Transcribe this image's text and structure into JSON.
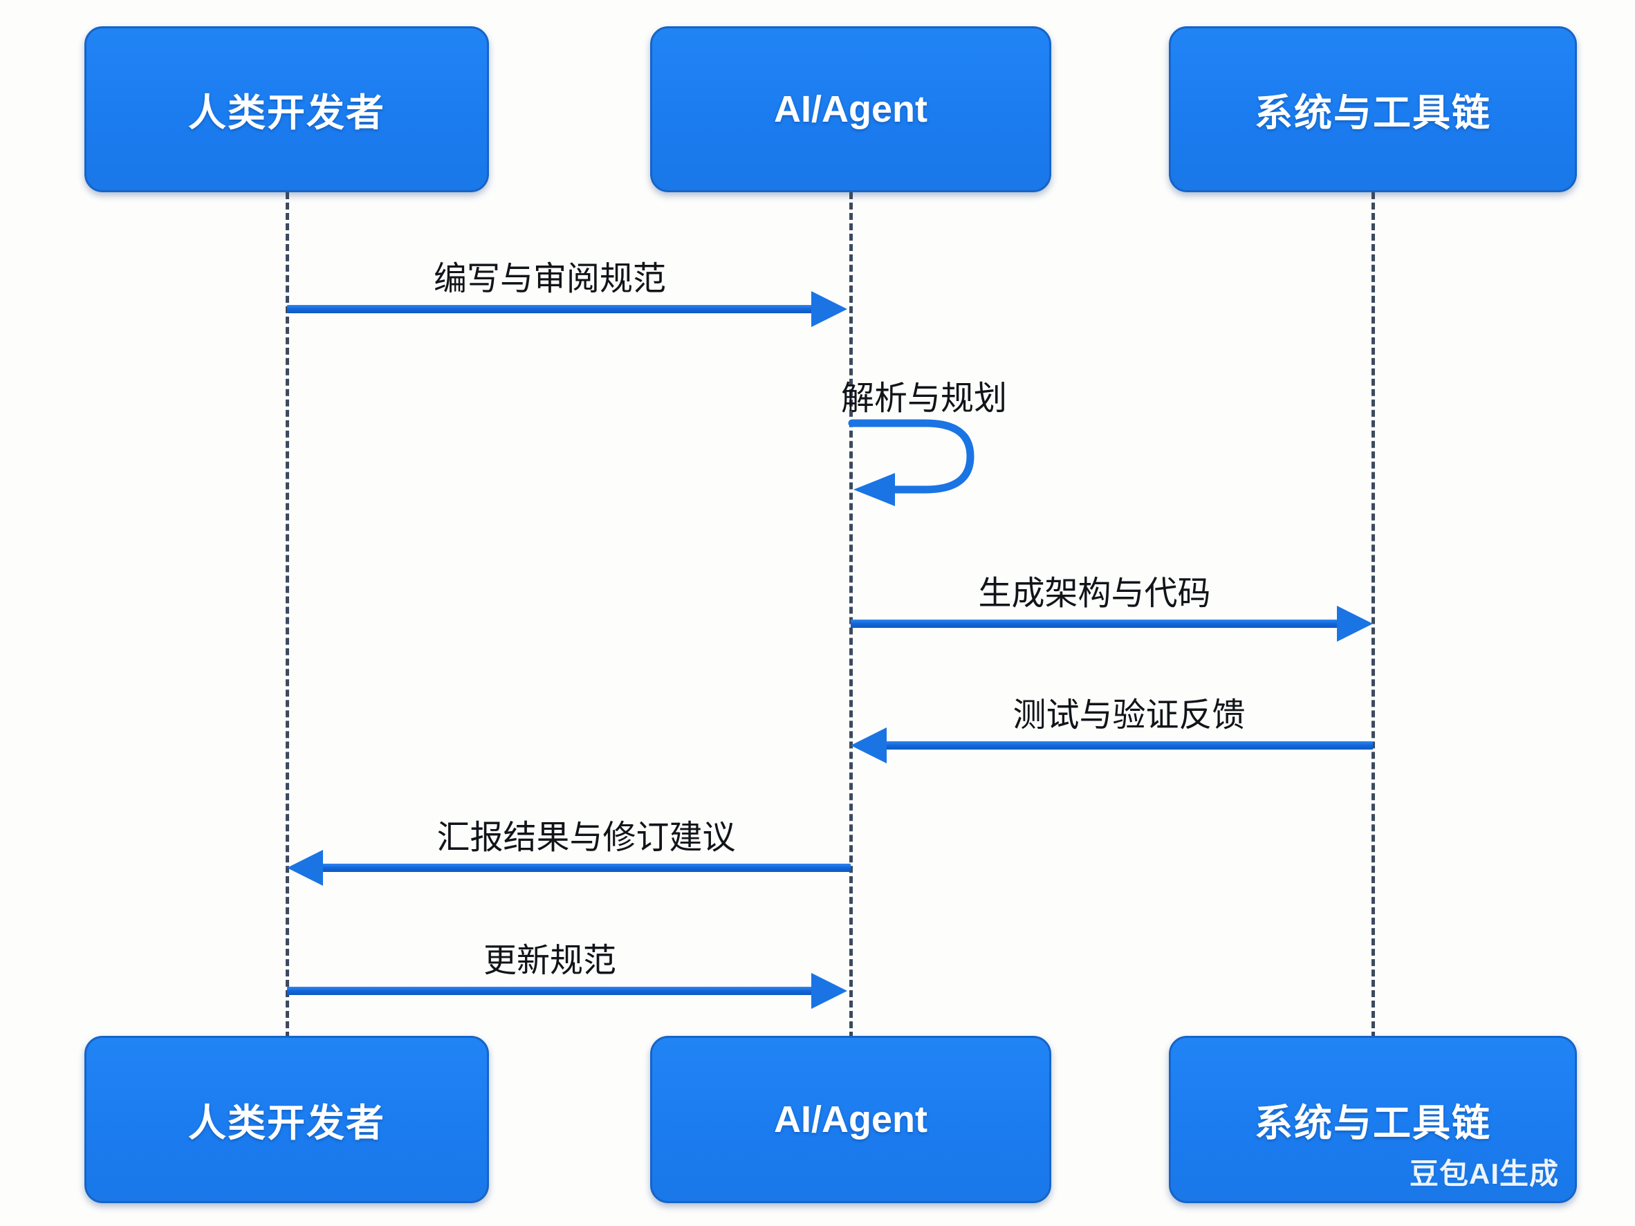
{
  "diagram": {
    "type": "sequence-diagram",
    "background_color": "#fdfdfc",
    "accent_color": "#1b7cf0",
    "arrow_color": "#1a74e4",
    "lifeline_color": "#3b4a5e",
    "label_color": "#111418",
    "participants": [
      {
        "id": "human",
        "label": "人类开发者",
        "script": "han"
      },
      {
        "id": "agent",
        "label": "AI/Agent",
        "script": "latin"
      },
      {
        "id": "system",
        "label": "系统与工具链",
        "script": "han"
      }
    ],
    "participants_bottom": [
      {
        "id": "human",
        "label": "人类开发者",
        "script": "han"
      },
      {
        "id": "agent",
        "label": "AI/Agent",
        "script": "latin"
      },
      {
        "id": "system",
        "label": "系统与工具链",
        "script": "han"
      }
    ],
    "messages": [
      {
        "index": 1,
        "label": "编写与审阅规范",
        "from": "human",
        "to": "agent",
        "direction": "right",
        "kind": "call"
      },
      {
        "index": 2,
        "label": "解析与规划",
        "from": "agent",
        "to": "agent",
        "direction": "self",
        "kind": "self"
      },
      {
        "index": 3,
        "label": "生成架构与代码",
        "from": "agent",
        "to": "system",
        "direction": "right",
        "kind": "call"
      },
      {
        "index": 4,
        "label": "测试与验证反馈",
        "from": "system",
        "to": "agent",
        "direction": "left",
        "kind": "return"
      },
      {
        "index": 5,
        "label": "汇报结果与修订建议",
        "from": "agent",
        "to": "human",
        "direction": "left",
        "kind": "return"
      },
      {
        "index": 6,
        "label": "更新规范",
        "from": "human",
        "to": "agent",
        "direction": "right",
        "kind": "call"
      }
    ]
  },
  "watermark": {
    "text": "豆包AI生成"
  }
}
